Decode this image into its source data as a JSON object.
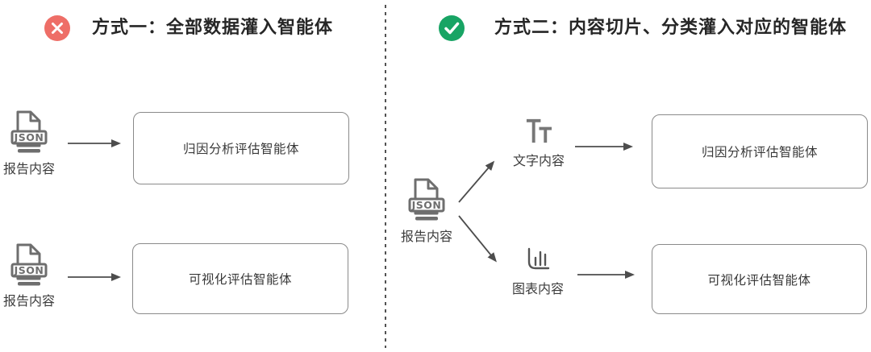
{
  "colors": {
    "error": "#ee6e67",
    "success": "#18a464",
    "icon_gray": "#6e6e6e",
    "arrow_gray": "#4d4d4d",
    "box_border_gray": "#8a8a8a"
  },
  "json_icon_label": "JSON",
  "left_panel": {
    "status_icon": "x-circle-icon",
    "title": "方式一：全部数据灌入智能体",
    "flows": [
      {
        "source_icon": "json-file-icon",
        "source_label": "报告内容",
        "agent": "归因分析评估智能体"
      },
      {
        "source_icon": "json-file-icon",
        "source_label": "报告内容",
        "agent": "可视化评估智能体"
      }
    ]
  },
  "right_panel": {
    "status_icon": "check-circle-icon",
    "title": "方式二：内容切片、分类灌入对应的智能体",
    "source": {
      "icon": "json-file-icon",
      "label": "报告内容"
    },
    "branches": [
      {
        "icon": "text-content-icon",
        "label": "文字内容",
        "agent": "归因分析评估智能体"
      },
      {
        "icon": "bar-chart-icon",
        "label": "图表内容",
        "agent": "可视化评估智能体"
      }
    ]
  }
}
